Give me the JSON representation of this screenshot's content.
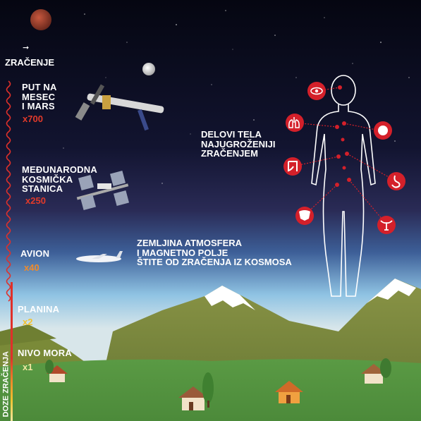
{
  "radiation": {
    "arrow_icon": "arrow-right-icon",
    "title": "ZRAČENJE",
    "axis_label": "DOZE ZRAČENJA"
  },
  "levels": [
    {
      "label": "PUT NA\nMESEC\nI MARS",
      "multiplier": "x700",
      "color": "#e23a2a"
    },
    {
      "label": "MEĐUNARODNA\nKOSMIČKA\nSTANICA",
      "multiplier": "x250",
      "color": "#e23a2a"
    },
    {
      "label": "AVION",
      "multiplier": "x40",
      "color": "#f08a2a"
    },
    {
      "label": "PLANINA",
      "multiplier": "x2",
      "color": "#f2c230"
    },
    {
      "label": "NIVO MORA",
      "multiplier": "x1",
      "color": "#f2e6a0"
    }
  ],
  "body": {
    "title": "DELOVI TELA\nNAJUGROŽENIJI\nZRAČENJEM",
    "organ_icons": [
      "eye-icon",
      "lungs-icon",
      "thyroid-icon",
      "intestine-icon",
      "stomach-icon",
      "pelvis-icon",
      "uterus-icon"
    ],
    "accent_color": "#d4202a"
  },
  "atmosphere": {
    "text": "ZEMLJINA ATMOSFERA\nI MAGNETNO POLJE\nŠTITE OD ZRAČENJA IZ KOSMOSA"
  },
  "colors": {
    "sky_top": "#050611",
    "sky_mid": "#1c1f44",
    "horizon": "#8fc3e3",
    "mountain": "#7f8e3c",
    "grass": "#5f9c45"
  }
}
